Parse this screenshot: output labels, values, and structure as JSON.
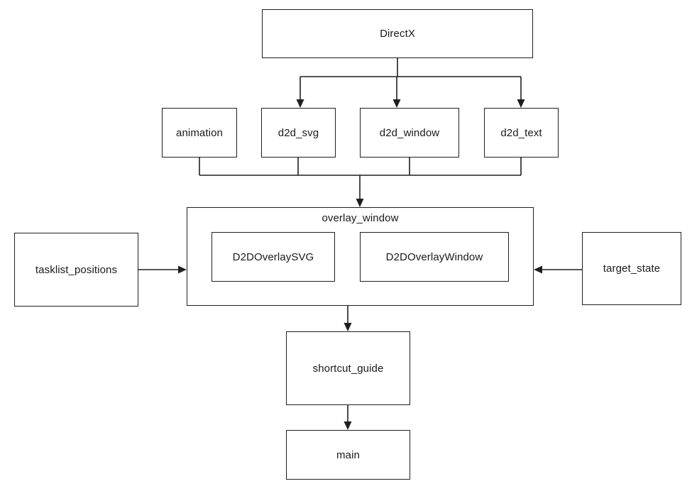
{
  "diagram": {
    "title": "module dependency diagram",
    "colors": {
      "background": "#ffffff",
      "stroke": "#1f1f1f",
      "text": "#1a1a1a"
    },
    "nodes": {
      "directx": {
        "label": "DirectX"
      },
      "animation": {
        "label": "animation"
      },
      "d2d_svg": {
        "label": "d2d_svg"
      },
      "d2d_window": {
        "label": "d2d_window"
      },
      "d2d_text": {
        "label": "d2d_text"
      },
      "overlay_window": {
        "label": "overlay_window"
      },
      "d2d_overlay_svg": {
        "label": "D2DOverlaySVG"
      },
      "d2d_overlay_window": {
        "label": "D2DOverlayWindow"
      },
      "tasklist_positions": {
        "label": "tasklist_positions"
      },
      "target_state": {
        "label": "target_state"
      },
      "shortcut_guide": {
        "label": "shortcut_guide"
      },
      "main": {
        "label": "main"
      }
    },
    "edges": [
      {
        "from": "DirectX",
        "to": "d2d_svg",
        "arrow": true
      },
      {
        "from": "DirectX",
        "to": "d2d_window",
        "arrow": true
      },
      {
        "from": "DirectX",
        "to": "d2d_text",
        "arrow": true
      },
      {
        "from": "animation",
        "to": "overlay_window",
        "arrow": true
      },
      {
        "from": "d2d_svg",
        "to": "overlay_window",
        "arrow": true
      },
      {
        "from": "d2d_window",
        "to": "overlay_window",
        "arrow": true
      },
      {
        "from": "d2d_text",
        "to": "overlay_window",
        "arrow": true
      },
      {
        "from": "tasklist_positions",
        "to": "overlay_window",
        "arrow": true
      },
      {
        "from": "target_state",
        "to": "overlay_window",
        "arrow": true
      },
      {
        "from": "overlay_window",
        "to": "shortcut_guide",
        "arrow": true
      },
      {
        "from": "shortcut_guide",
        "to": "main",
        "arrow": true
      }
    ]
  }
}
